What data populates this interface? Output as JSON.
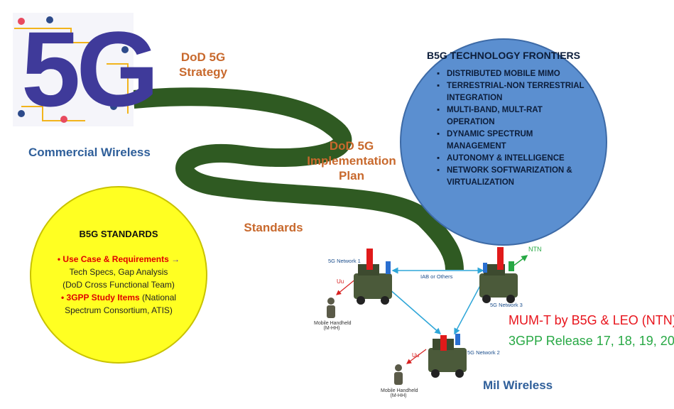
{
  "stages": {
    "strategy": [
      "DoD 5G",
      "Strategy"
    ],
    "implementation": [
      "DoD 5G",
      "Implementation",
      "Plan"
    ],
    "standards": "Standards"
  },
  "commercial": {
    "logo_text": "5G",
    "label": "Commercial Wireless"
  },
  "tech": {
    "title": "B5G TECHNOLOGY FRONTIERS",
    "items": [
      [
        "DISTRIBUTED MOBILE MIMO"
      ],
      [
        "TERRESTRIAL-NON TERRESTRIAL",
        "INTEGRATION"
      ],
      [
        "MULTI-BAND, MULT-RAT",
        "OPERATION"
      ],
      [
        "DYNAMIC SPECTRUM",
        "MANAGEMENT"
      ],
      [
        "AUTONOMY & INTELLIGENCE"
      ],
      [
        "NETWORK SOFTWARIZATION &",
        "VIRTUALIZATION"
      ]
    ]
  },
  "standards": {
    "title": "B5G STANDARDS",
    "bullet1_red": "Use Case & Requirements",
    "bullet1_arrow": "→",
    "bullet1_line2": "Tech Specs, Gap Analysis",
    "bullet1_line3": "(DoD Cross Functional Team)",
    "bullet2_red": "3GPP Study Items",
    "bullet2_rest": " (National",
    "bullet2_line2": "Spectrum Consortium, ATIS)"
  },
  "network": {
    "net1": "5G Network 1",
    "net2": "5G Network 2",
    "net3": "5G Network 3",
    "link": "IAB or Others",
    "uu": "Uu",
    "ntn": "NTN",
    "handheld": "Mobile Handheld",
    "handheld_abbr": "(M-HH)"
  },
  "mumt": {
    "line1": "MUM-T by B5G & LEO (NTN)",
    "line2": "3GPP Release 17, 18, 19, 20",
    "line1_color": "#e8141c",
    "line2_color": "#27a844"
  },
  "mil_label": "Mil Wireless"
}
